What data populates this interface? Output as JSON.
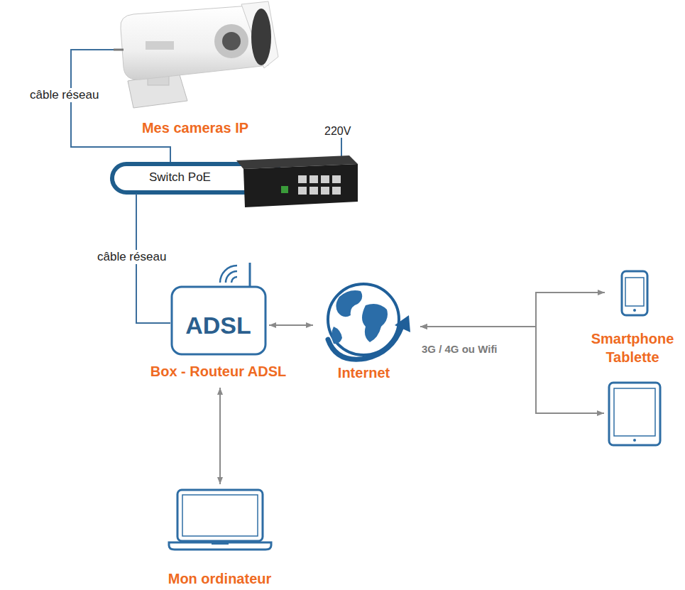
{
  "diagram": {
    "nodes": [
      {
        "text": [
          "Mes cameras IP"
        ]
      },
      {
        "text": [
          "Switch PoE"
        ]
      },
      {
        "text": [
          "ADSL",
          "Box - Routeur ADSL"
        ]
      },
      {
        "text": [
          "Internet"
        ]
      },
      {
        "text": [
          "Smartphone Tablette"
        ]
      },
      {
        "text": []
      },
      {
        "text": [
          "Mon ordinateur"
        ]
      }
    ],
    "edges": [
      {
        "from": 0,
        "to": 1,
        "arrow": "none",
        "label": "câble réseau"
      },
      {
        "from": 1,
        "to": 2,
        "arrow": "none",
        "label": "câble réseau"
      },
      {
        "from": 2,
        "to": 3,
        "arrow": "both"
      },
      {
        "from": 3,
        "to": 4,
        "arrow": "both",
        "label": "3G / 4G ou Wifi"
      },
      {
        "from": 3,
        "to": 5,
        "arrow": "both"
      },
      {
        "from": 2,
        "to": 6,
        "arrow": "both"
      }
    ],
    "labels": [
      "220V"
    ]
  }
}
